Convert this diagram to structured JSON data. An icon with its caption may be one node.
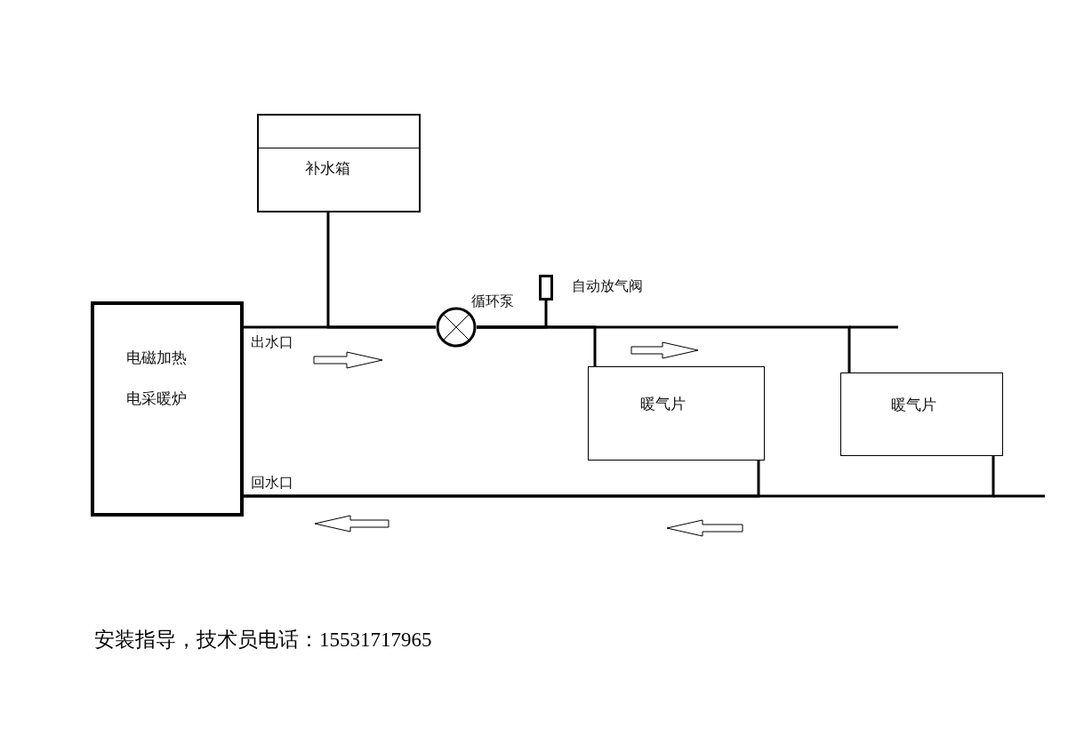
{
  "diagram": {
    "caption": "安装指导，技术员电话：15531717965",
    "nodes": [
      {
        "text": [
          "电磁加热",
          "电采暖炉"
        ]
      },
      {
        "text": [
          "补水箱"
        ]
      },
      {
        "text": [],
        "shape": "circle",
        "beside": [
          "循环泵"
        ]
      },
      {
        "text": [],
        "shape": "box",
        "beside": [
          "自动放气阀"
        ]
      },
      {
        "text": [
          "暖气片"
        ]
      },
      {
        "text": [
          "暖气片"
        ]
      }
    ],
    "edges": [
      {
        "from": 0,
        "to": 2,
        "arrow": "none"
      },
      {
        "from": 1,
        "to": 2,
        "arrow": "none"
      },
      {
        "from": 2,
        "to": 3,
        "arrow": "none"
      },
      {
        "from": 2,
        "to": 4,
        "arrow": "none"
      },
      {
        "from": 2,
        "to": 5,
        "arrow": "none"
      },
      {
        "from": 4,
        "to": 0,
        "arrow": "none"
      },
      {
        "from": 5,
        "to": 0,
        "arrow": "none"
      }
    ],
    "labels": [
      "出水口",
      "回水口"
    ]
  }
}
